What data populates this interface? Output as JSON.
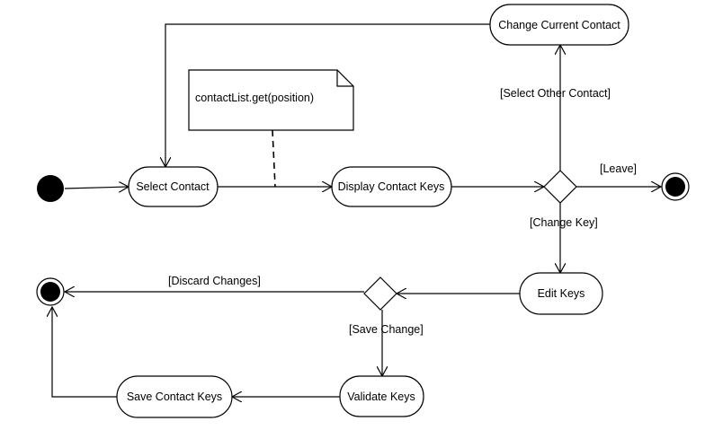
{
  "diagram": {
    "actions": {
      "change_current_contact": "Change Current Contact",
      "select_contact": "Select Contact",
      "display_contact_keys": "Display Contact Keys",
      "edit_keys": "Edit Keys",
      "validate_keys": "Validate Keys",
      "save_contact_keys": "Save Contact Keys"
    },
    "note": "contactList.get(position)",
    "guards": {
      "select_other_contact": "[Select Other Contact]",
      "leave": "[Leave]",
      "change_key": "[Change Key]",
      "discard_changes": "[Discard Changes]",
      "save_change": "[Save Change]"
    }
  }
}
